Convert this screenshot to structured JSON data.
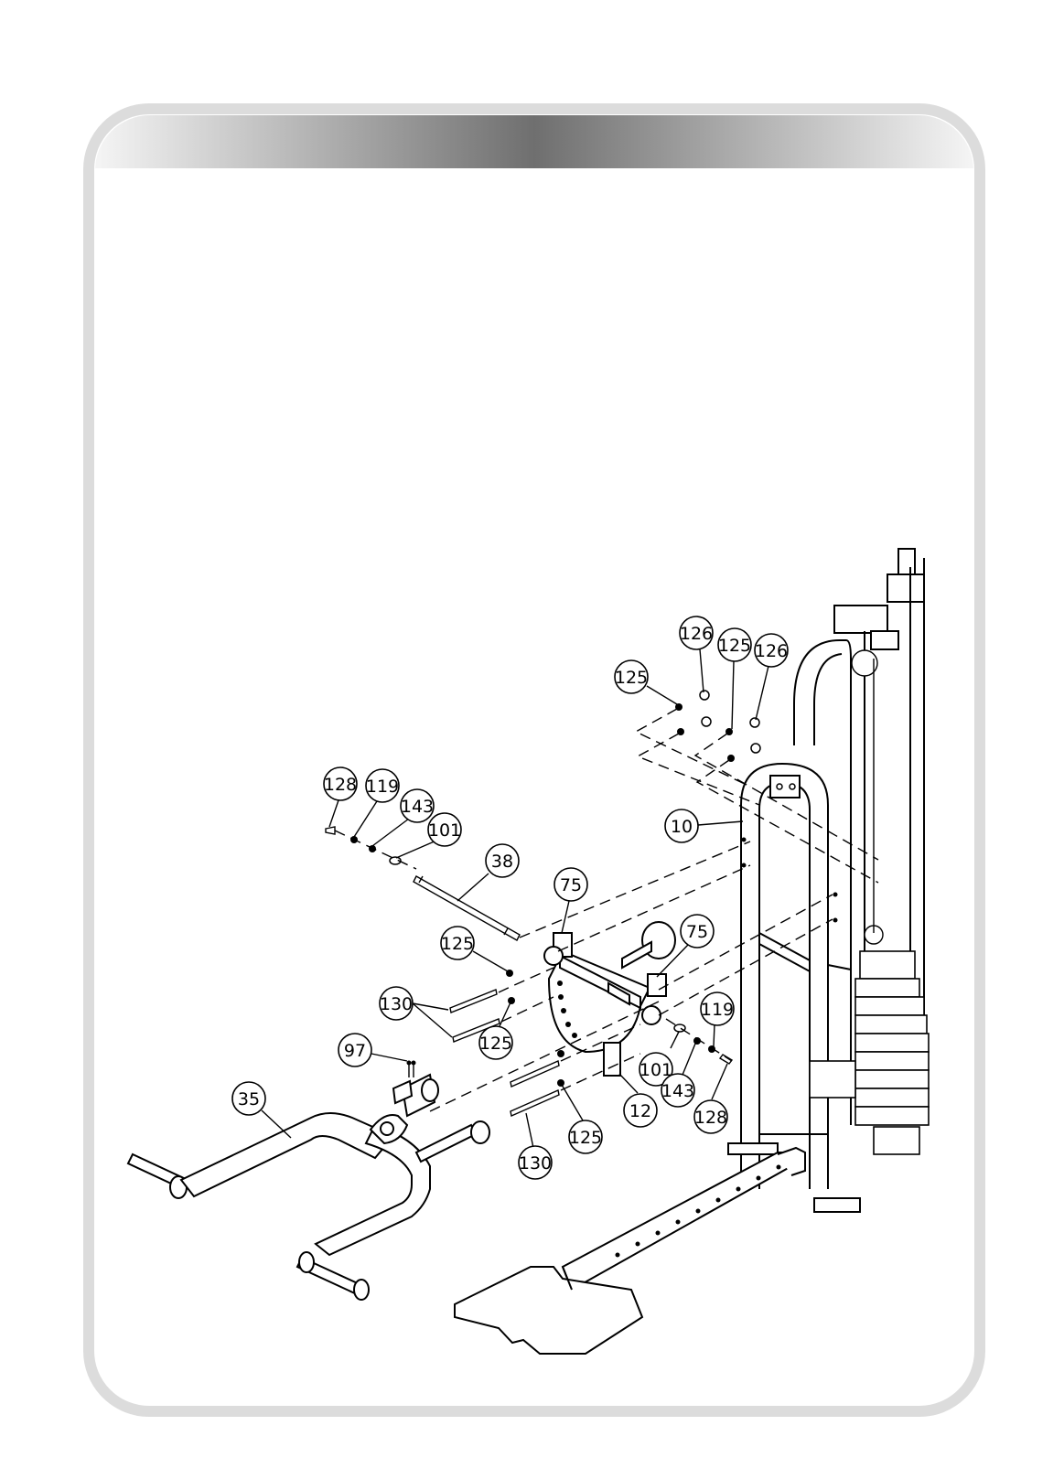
{
  "diagram": {
    "callouts": [
      {
        "id": "c-126a",
        "label": "126"
      },
      {
        "id": "c-125a",
        "label": "125"
      },
      {
        "id": "c-126b",
        "label": "126"
      },
      {
        "id": "c-125b",
        "label": "125"
      },
      {
        "id": "c-128a",
        "label": "128"
      },
      {
        "id": "c-119a",
        "label": "119"
      },
      {
        "id": "c-143a",
        "label": "143"
      },
      {
        "id": "c-101a",
        "label": "101"
      },
      {
        "id": "c-38",
        "label": "38"
      },
      {
        "id": "c-10",
        "label": "10"
      },
      {
        "id": "c-75a",
        "label": "75"
      },
      {
        "id": "c-75b",
        "label": "75"
      },
      {
        "id": "c-125c",
        "label": "125"
      },
      {
        "id": "c-130a",
        "label": "130"
      },
      {
        "id": "c-125d",
        "label": "125"
      },
      {
        "id": "c-119b",
        "label": "119"
      },
      {
        "id": "c-101b",
        "label": "101"
      },
      {
        "id": "c-97",
        "label": "97"
      },
      {
        "id": "c-143b",
        "label": "143"
      },
      {
        "id": "c-35",
        "label": "35"
      },
      {
        "id": "c-12",
        "label": "12"
      },
      {
        "id": "c-128b",
        "label": "128"
      },
      {
        "id": "c-125e",
        "label": "125"
      },
      {
        "id": "c-130b",
        "label": "130"
      }
    ]
  },
  "colors": {
    "frame_border": "#dcdcdc",
    "header_gradient_edge": "#f4f4f4",
    "header_gradient_center": "#7a7a7a",
    "ink": "#000000"
  }
}
